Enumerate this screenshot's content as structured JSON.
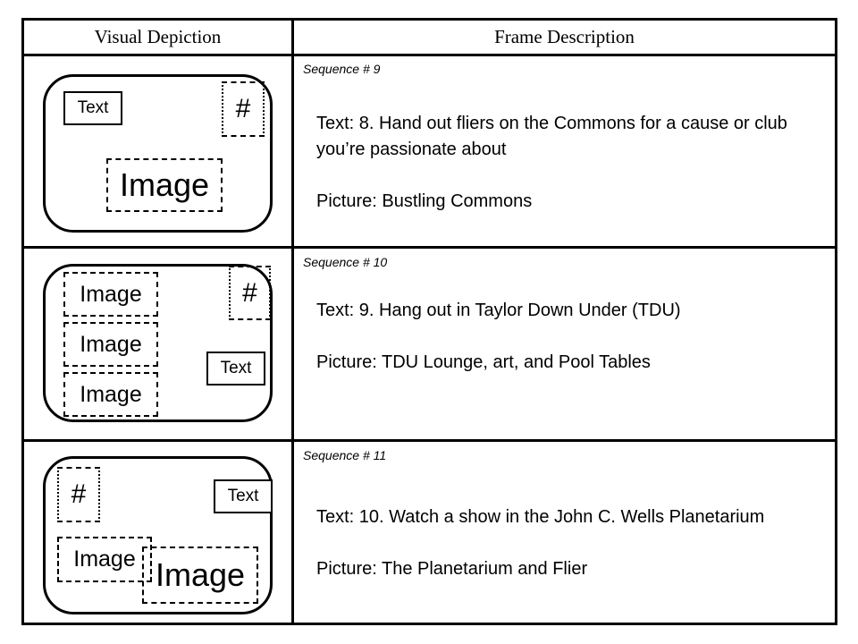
{
  "headers": {
    "visual": "Visual Depiction",
    "frame": "Frame Description"
  },
  "rows": [
    {
      "sequence": "Sequence # 9",
      "text_line": "Text: 8. Hand out fliers on the Commons for a cause or club you’re passionate about",
      "picture_line": "Picture: Bustling Commons",
      "labels": {
        "text": "Text",
        "hash": "#",
        "image": "Image"
      }
    },
    {
      "sequence": "Sequence # 10",
      "text_line": "Text: 9. Hang out in Taylor Down Under (TDU)",
      "picture_line": "Picture:  TDU Lounge, art, and Pool Tables",
      "labels": {
        "image1": "Image",
        "image2": "Image",
        "image3": "Image",
        "hash": "#",
        "text": "Text"
      }
    },
    {
      "sequence": "Sequence # 11",
      "text_line": "Text: 10. Watch a show in the John C. Wells Planetarium",
      "picture_line": "Picture: The Planetarium and Flier",
      "labels": {
        "hash": "#",
        "text": "Text",
        "image1": "Image",
        "image2": "Image"
      }
    }
  ]
}
